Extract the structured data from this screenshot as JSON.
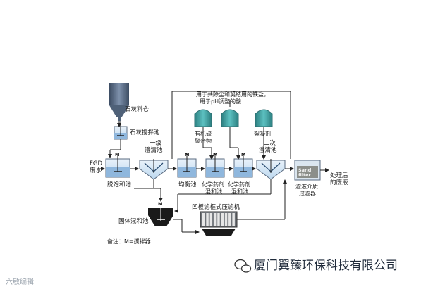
{
  "labels": {
    "lime_silo": "石灰料仓",
    "lime_mix_tank": "石灰搅拌池",
    "fgd_wastewater": "FGD\n废水",
    "desat_tank": "脱饱和池",
    "first_clarifier": "一级\n澄清池",
    "equalization": "均衡池",
    "chem_mix_1": "化学药剂\n混和池",
    "chem_mix_2": "化学药剂\n混和池",
    "second_clarifier": "二次\n澄清池",
    "organosulfur": "有机硫\n聚合物",
    "coagulant": "絮凝剂",
    "iron_salt_note": "用于共除尘和凝结用的铁盐，\n用于pH调整的酸",
    "media_filter": "滤液介质\n过滤器",
    "treated_wastewater": "处理后\n的废液",
    "solids_mix": "固体混和池",
    "filter_press": "凹板滤框式压滤机",
    "note": "备注：M=搅拌器",
    "mixer_mark": "M",
    "sand_filter_text": "Sand\nfilter",
    "watermark_company": "厦门翼臻环保科技有限公司",
    "watermark_corner": "六敏编辑"
  },
  "colors": {
    "water": "#3f86c5",
    "water_light": "#bcd8ef",
    "tank_steel": "#6d7f99",
    "chem_tank": "#3c9a9b",
    "silo": "#4f6178",
    "sludge": "#1a1a1a",
    "line": "#222222"
  }
}
